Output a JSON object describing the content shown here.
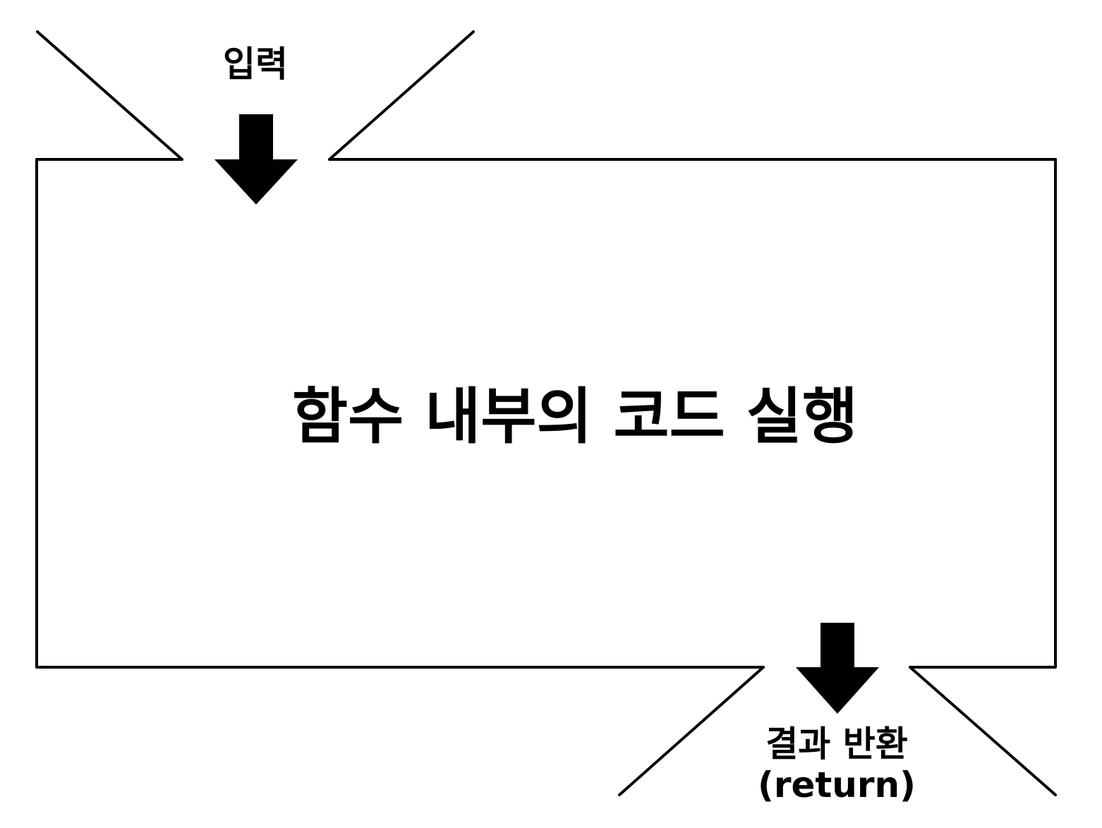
{
  "labels": {
    "input": "입력",
    "center": "함수 내부의 코드 실행",
    "output_line1": "결과 반환",
    "output_line2": "(return)"
  },
  "colors": {
    "stroke": "#000000",
    "background": "#ffffff"
  }
}
